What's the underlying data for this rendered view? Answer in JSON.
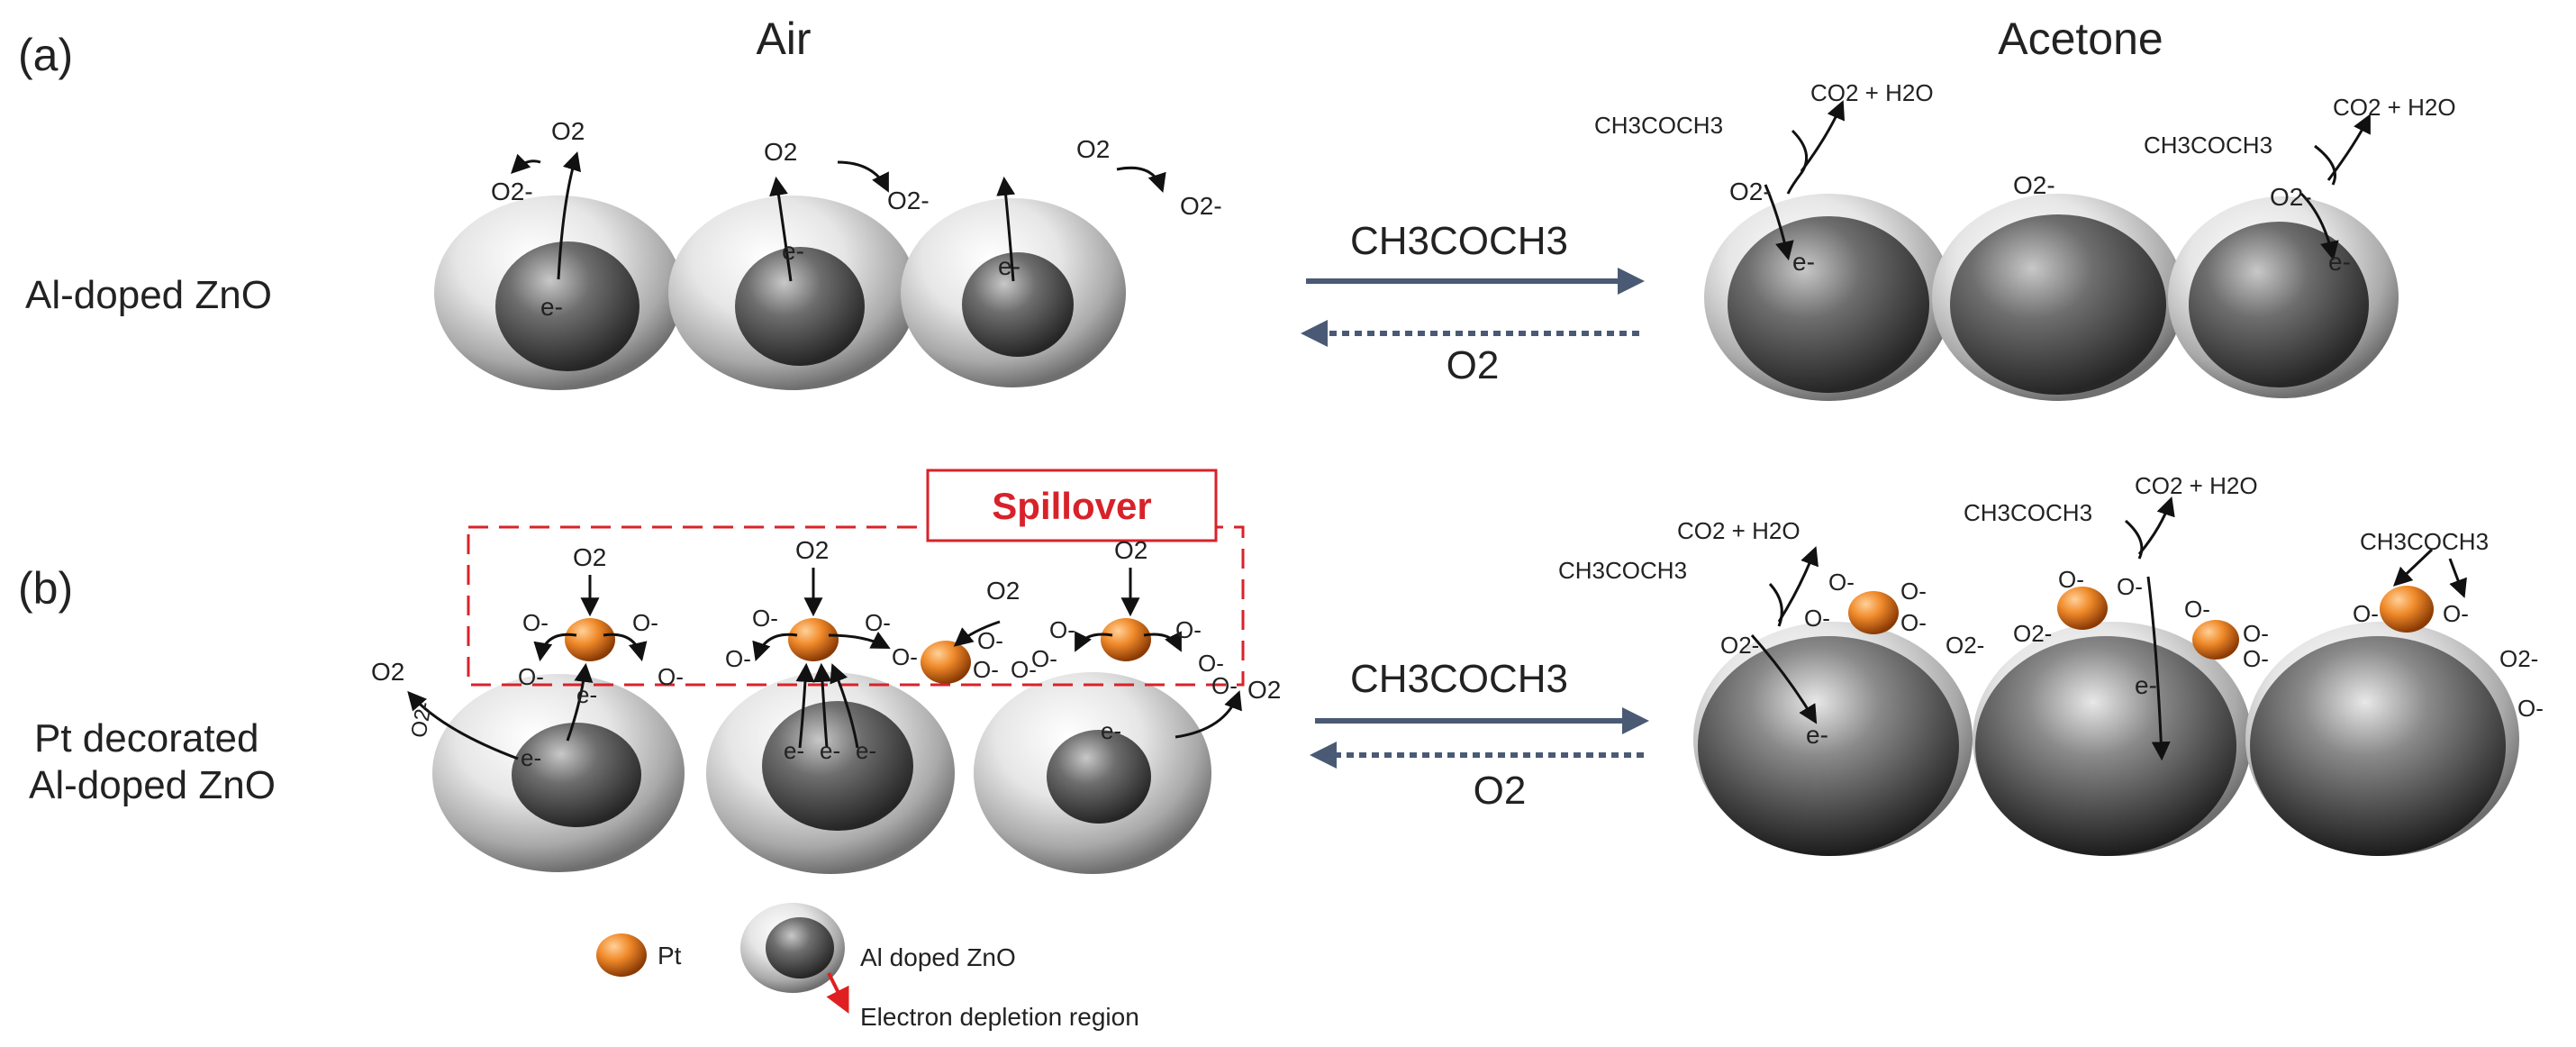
{
  "panels": [
    {
      "tag": "(a)",
      "material": [
        "Al-doped ZnO"
      ]
    },
    {
      "tag": "(b)",
      "material": [
        "Pt decorated",
        "Al-doped ZnO"
      ]
    }
  ],
  "columns": {
    "left": "Air",
    "right": "Acetone"
  },
  "arrows": {
    "forward_label": "CH3COCH3",
    "reverse_label": "O2"
  },
  "species": {
    "o2": "O2",
    "o2_minus": "O2-",
    "o_minus": "O-",
    "electron": "e-",
    "acetone": "CH3COCH3",
    "products": "CO2 + H2O"
  },
  "spillover": "Spillover",
  "legend": {
    "pt": "Pt",
    "zno": "Al doped ZnO",
    "depletion": "Electron depletion region"
  },
  "colors": {
    "arrow": "#4a5a75",
    "spillover": "#d8222a",
    "pt": "#e0731a",
    "legend_arrow": "#e02020"
  }
}
